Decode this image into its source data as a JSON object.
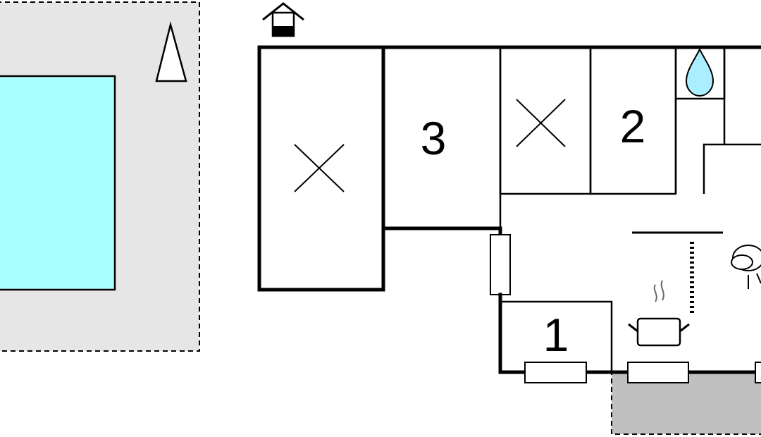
{
  "plan": {
    "rooms": [
      {
        "id": "room-1",
        "label": "1"
      },
      {
        "id": "room-2",
        "label": "2"
      },
      {
        "id": "room-3",
        "label": "3"
      }
    ],
    "unlabeled_rooms_marked_with_x": 2,
    "features": {
      "pool": {
        "icon": "pool-area",
        "color": "#aaffff"
      },
      "pool_surround": {
        "color": "#e6e6e6"
      },
      "terrace": {
        "color": "#c0c0c0"
      },
      "north_arrow": {
        "icon": "north-arrow-icon"
      },
      "entrance": {
        "icon": "house-entrance-icon"
      },
      "bathroom": {
        "icon": "water-drop-icon",
        "color": "#aaeeff"
      },
      "kitchen": {
        "icon": "cooking-pot-icon"
      },
      "dining": {
        "icon": "table-chair-icon"
      },
      "stairs": {
        "icon": "stairs-icon"
      }
    }
  }
}
